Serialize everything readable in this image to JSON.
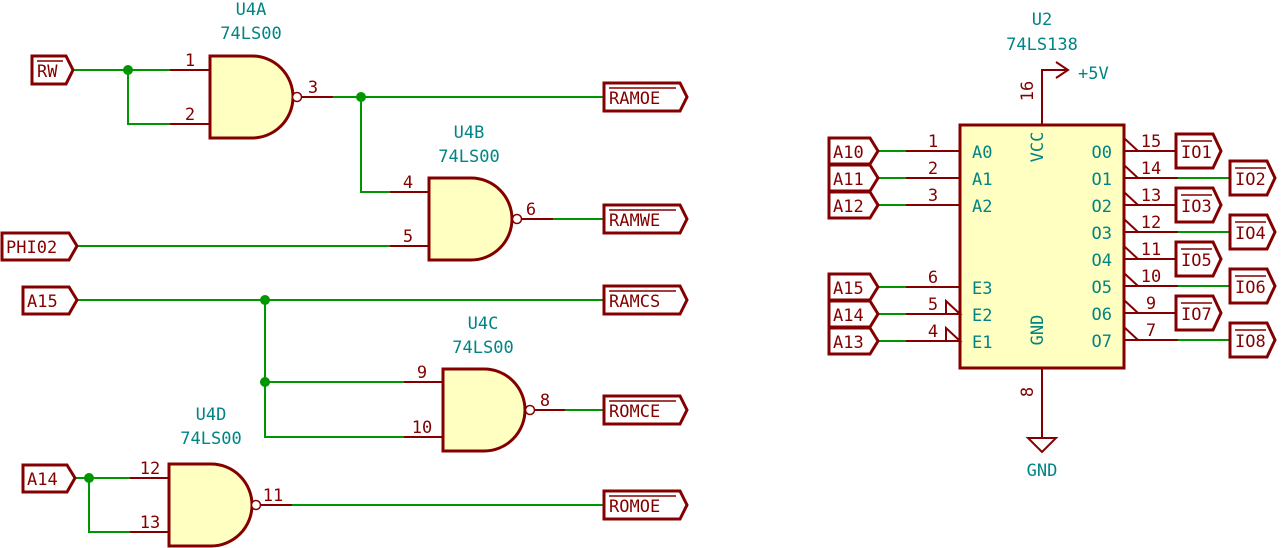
{
  "gates": [
    {
      "ref": "U4A",
      "value": "74LS00",
      "pins": [
        "1",
        "2",
        "3"
      ]
    },
    {
      "ref": "U4B",
      "value": "74LS00",
      "pins": [
        "4",
        "5",
        "6"
      ]
    },
    {
      "ref": "U4C",
      "value": "74LS00",
      "pins": [
        "9",
        "10",
        "8"
      ]
    },
    {
      "ref": "U4D",
      "value": "74LS00",
      "pins": [
        "12",
        "13",
        "11"
      ]
    }
  ],
  "input_labels": {
    "rw": {
      "text": "RW",
      "overbar": true
    },
    "phi02": {
      "text": "PHI02",
      "overbar": false
    },
    "a15": {
      "text": "A15",
      "overbar": false
    },
    "a14": {
      "text": "A14",
      "overbar": false
    }
  },
  "output_labels": {
    "ramoe": {
      "text": "RAMOE",
      "overbar": true
    },
    "ramwe": {
      "text": "RAMWE",
      "overbar": true
    },
    "ramcs": {
      "text": "RAMCS",
      "overbar": true
    },
    "romce": {
      "text": "ROMCE",
      "overbar": true
    },
    "romoe": {
      "text": "ROMOE",
      "overbar": true
    }
  },
  "decoder": {
    "ref": "U2",
    "value": "74LS138",
    "power": {
      "vcc_net": "+5V",
      "vcc_pin": "16",
      "vcc_name": "VCC",
      "gnd_net": "GND",
      "gnd_pin": "8",
      "gnd_name": "GND"
    },
    "inputs": [
      {
        "label": "A10",
        "pin": "1",
        "name": "A0"
      },
      {
        "label": "A11",
        "pin": "2",
        "name": "A1"
      },
      {
        "label": "A12",
        "pin": "3",
        "name": "A2"
      },
      {
        "label": "A15",
        "pin": "6",
        "name": "E3"
      },
      {
        "label": "A14",
        "pin": "5",
        "name": "E2"
      },
      {
        "label": "A13",
        "pin": "4",
        "name": "E1"
      }
    ],
    "outputs": [
      {
        "name": "O0",
        "pin": "15",
        "label": "IO1"
      },
      {
        "name": "O1",
        "pin": "14",
        "label": "IO2"
      },
      {
        "name": "O2",
        "pin": "13",
        "label": "IO3"
      },
      {
        "name": "O3",
        "pin": "12",
        "label": "IO4"
      },
      {
        "name": "O4",
        "pin": "11",
        "label": "IO5"
      },
      {
        "name": "O5",
        "pin": "10",
        "label": "IO6"
      },
      {
        "name": "O6",
        "pin": "9",
        "label": "IO7"
      },
      {
        "name": "O7",
        "pin": "7",
        "label": "IO8"
      }
    ]
  }
}
